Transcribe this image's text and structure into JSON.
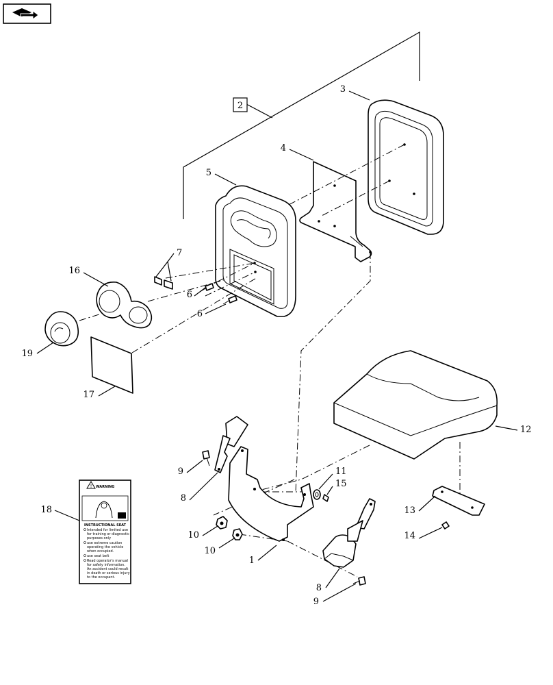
{
  "callouts": {
    "c1": "1",
    "c2": "2",
    "c3": "3",
    "c4": "4",
    "c5": "5",
    "c6a": "6",
    "c6b": "6",
    "c7": "7",
    "c8a": "8",
    "c8b": "8",
    "c9a": "9",
    "c9b": "9",
    "c10a": "10",
    "c10b": "10",
    "c11": "11",
    "c12": "12",
    "c13": "13",
    "c14": "14",
    "c15": "15",
    "c16": "16",
    "c17": "17",
    "c18": "18",
    "c19": "19"
  },
  "decal": {
    "warning": "WARNING",
    "heading": "INSTRUCTIONAL SEAT",
    "lines": [
      "Intended for limited use",
      "for training or diagnostic",
      "purposes only",
      "use extreme caution",
      "operating the vehicle",
      "when occupied.",
      "use seat belt",
      "Read operator's manual",
      "for safety information.",
      "An accident could result",
      "in death or serious injury",
      "to the occupant."
    ]
  }
}
